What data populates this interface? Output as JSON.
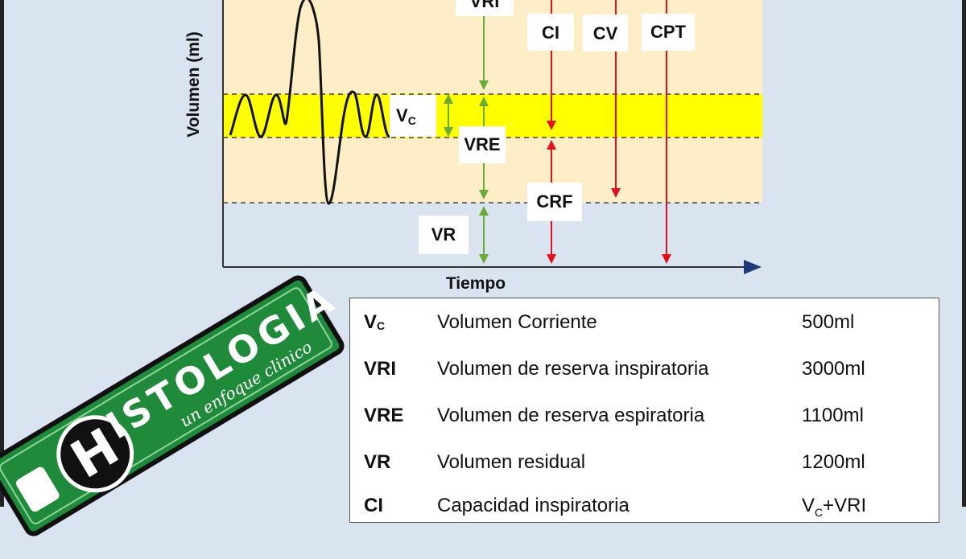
{
  "diagram": {
    "y_axis_label": "Volumen (ml)",
    "x_axis_label": "Tiempo",
    "boxes": {
      "vri": "VRI",
      "ci": "CI",
      "cv": "CV",
      "cpt": "CPT",
      "vc_main": "V",
      "vc_sub": "C",
      "vre": "VRE",
      "crf": "CRF",
      "vr": "VR"
    },
    "colors": {
      "band_light": "#fdeec7",
      "band_yellow": "#ffff00",
      "arrow_green": "#6aaa3a",
      "arrow_red": "#e3101b",
      "axis_arrow": "#1f3a7a",
      "background": "#d9e4f0"
    }
  },
  "legend": {
    "rows": [
      {
        "abbr": "V",
        "abbr_sub": "C",
        "name": "Volumen Corriente",
        "value": "500ml"
      },
      {
        "abbr": "VRI",
        "abbr_sub": "",
        "name": "Volumen de reserva inspiratoria",
        "value": "3000ml"
      },
      {
        "abbr": "VRE",
        "abbr_sub": "",
        "name": "Volumen de reserva espiratoria",
        "value": "1100ml"
      },
      {
        "abbr": "VR",
        "abbr_sub": "",
        "name": "Volumen residual",
        "value": "1200ml"
      },
      {
        "abbr": "CI",
        "abbr_sub": "",
        "name": "Capacidad inspiratoria",
        "value": "V",
        "value_sub": "C",
        "value_tail": "+VRI"
      }
    ]
  },
  "logo": {
    "letter": "H",
    "title": "ISTOLOGIA",
    "subtitle": "un enfoque clinico"
  }
}
